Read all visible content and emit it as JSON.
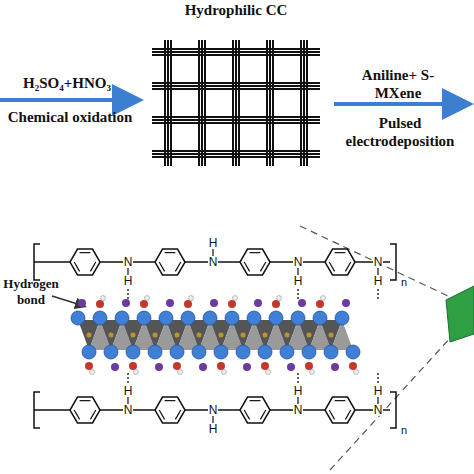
{
  "diagram": {
    "nodes": [
      {
        "text": [
          "Hydrophilic CC"
        ]
      }
    ],
    "labels": [
      "H₂SO₄+HNO₃",
      "Chemical oxidation",
      "Aniline+ S-MXene",
      "Pulsed electrodeposition",
      "Hydrogen bond",
      "N",
      "H",
      "N",
      "H",
      "N",
      "H",
      "N",
      "H",
      "n",
      "N",
      "H",
      "N",
      "H",
      "N",
      "H",
      "N",
      "H",
      "n"
    ]
  }
}
